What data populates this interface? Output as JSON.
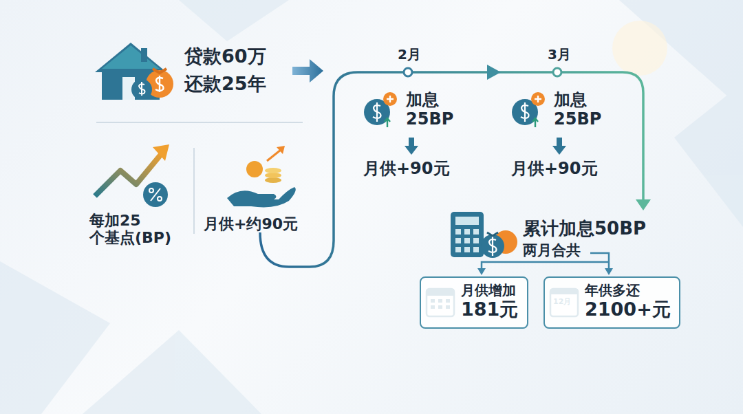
{
  "diagram": {
    "nodes": [
      {
        "text": [
          "月供增加",
          "181元"
        ]
      },
      {
        "text": [
          "年供多还",
          "2100+元"
        ]
      }
    ],
    "labels": [
      "贷款60万",
      "还款25年",
      "每加25 个基点(BP)",
      "月供+约90元",
      "2月",
      "3月",
      "加息 25BP",
      "月供+90元",
      "加息 25BP",
      "月供+90元",
      "累计加息50BP",
      "两月合共",
      "12月"
    ]
  }
}
